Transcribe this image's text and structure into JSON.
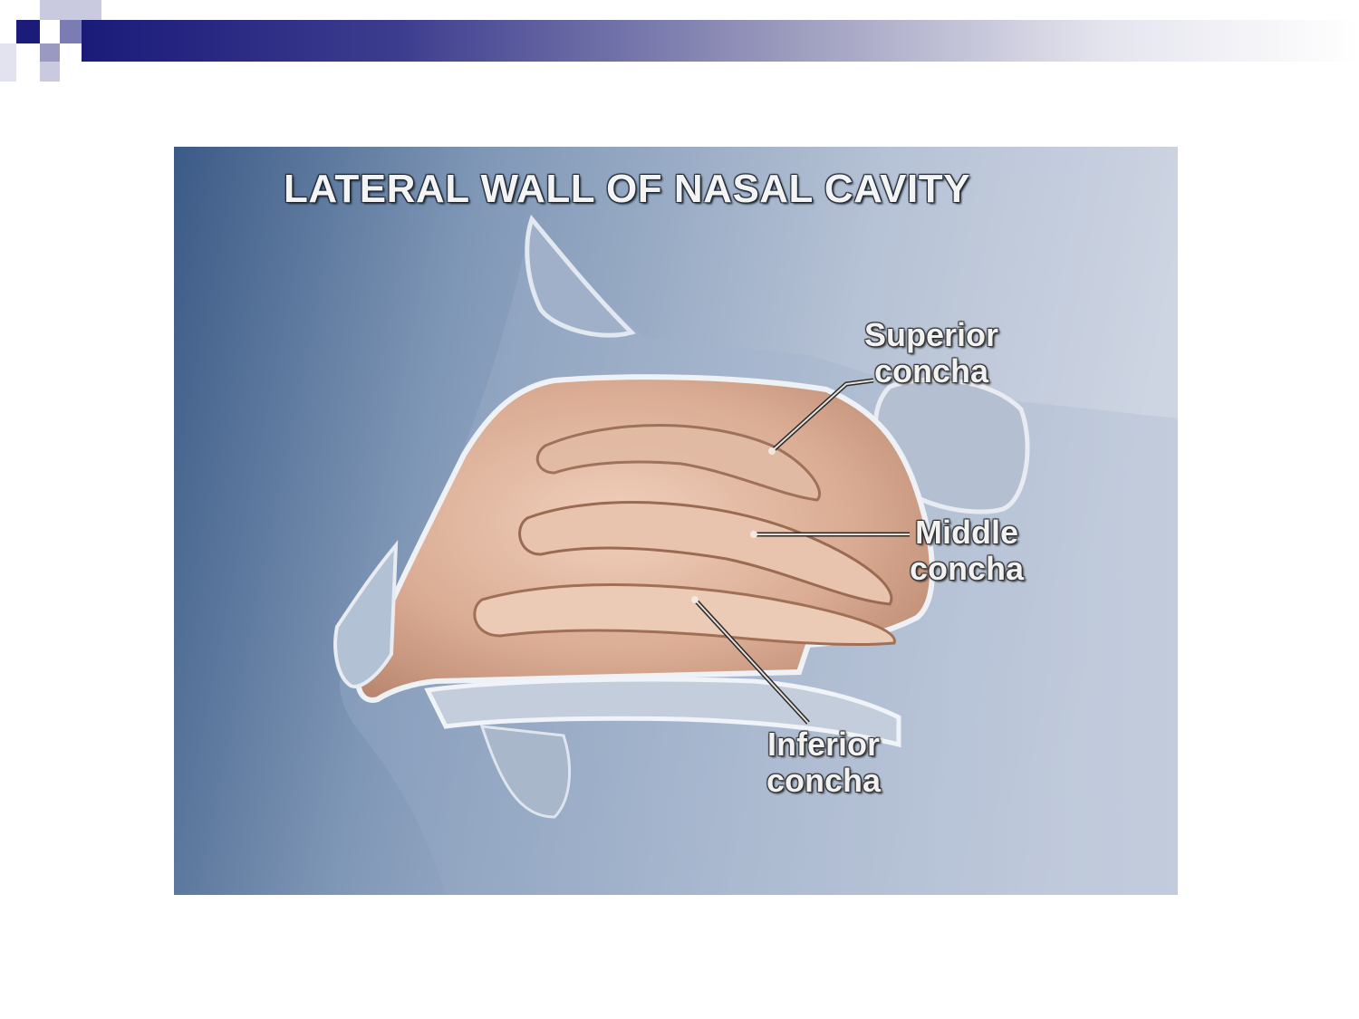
{
  "diagram": {
    "title": "LATERAL WALL OF NASAL CAVITY",
    "labels": {
      "superior": {
        "line1": "Superior",
        "line2": "concha"
      },
      "middle": {
        "line1": "Middle",
        "line2": "concha"
      },
      "inferior": {
        "line1": "Inferior",
        "line2": "concha"
      }
    },
    "colors": {
      "background_dark": "#3d5f8a",
      "background_light": "#c8d0df",
      "tissue": "#dcb29a",
      "bone_outline": "#e8ecf2"
    }
  }
}
